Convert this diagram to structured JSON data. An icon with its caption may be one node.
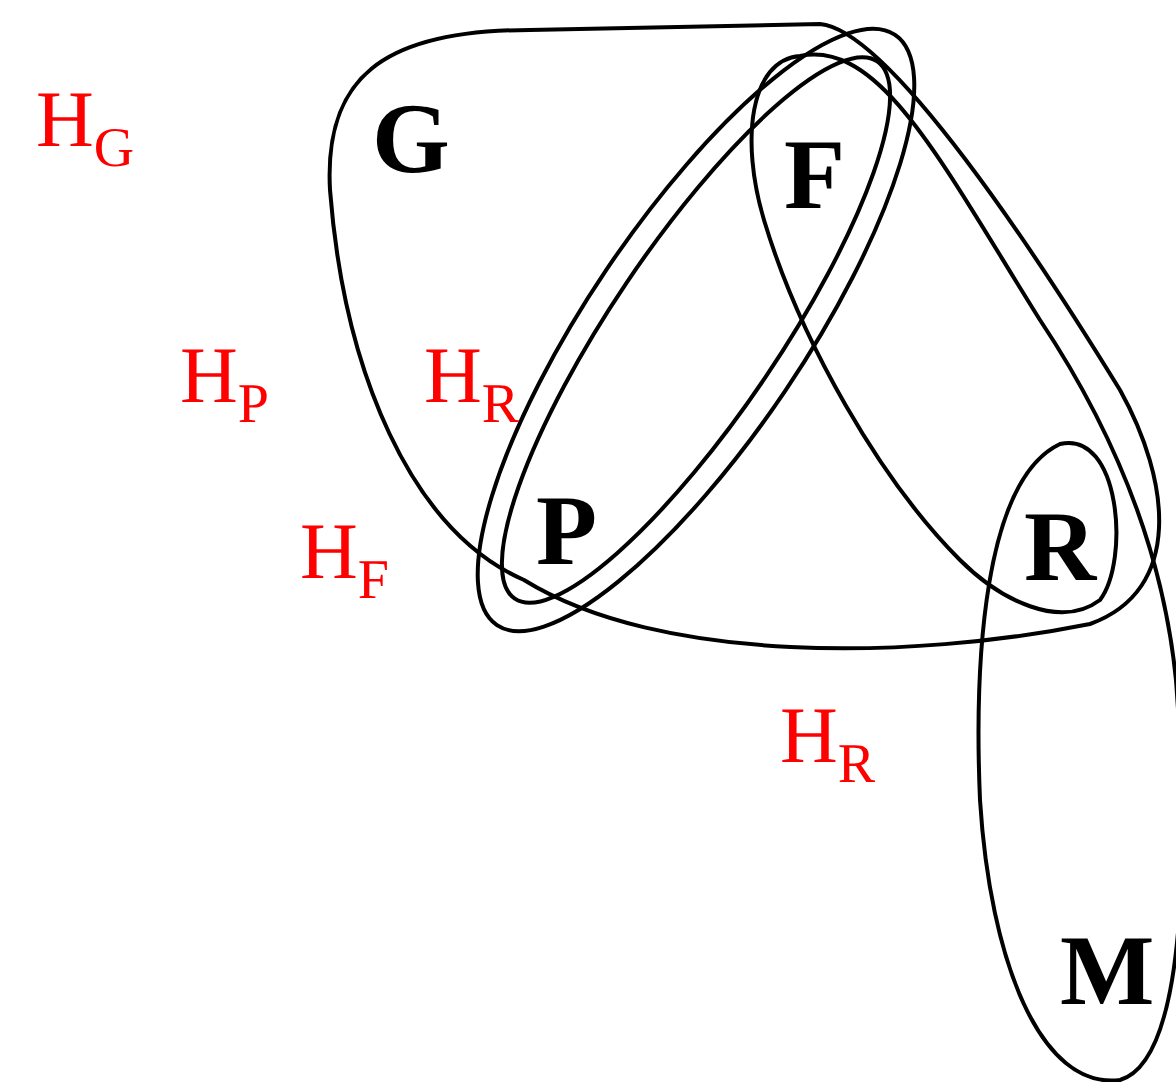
{
  "diagram": {
    "labels": [
      "H$_{G}$",
      "G",
      "F",
      "H$_{P}$",
      "H$_{R}$",
      "H$_{F}$",
      "P",
      "R",
      "H$_{R}$",
      "M"
    ]
  }
}
